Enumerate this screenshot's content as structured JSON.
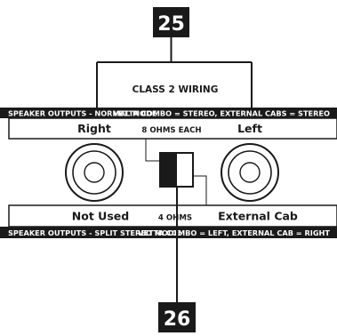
{
  "badges": {
    "top": "25",
    "bottom": "26"
  },
  "title": "CLASS 2 WIRING",
  "normal_mode_bar": {
    "left": "SPEAKER OUTPUTS - NORMAL MODE:",
    "right": "VETTA COMBO = STEREO, EXTERNAL CABS = STEREO"
  },
  "split_mode_bar": {
    "left": "SPEAKER OUTPUTS - SPLIT STEREO MODE:",
    "right": "VETTA COMBO = LEFT, EXTERNAL CAB = RIGHT"
  },
  "labels": {
    "right_jack": "Right",
    "left_jack": "Left",
    "ohms_each": "8 OHMS EACH",
    "not_used": "Not Used",
    "ohms": "4 OHMS",
    "external_cab": "External Cab"
  },
  "colors": {
    "ink": "#1a1a1a",
    "paper": "#ffffff"
  }
}
